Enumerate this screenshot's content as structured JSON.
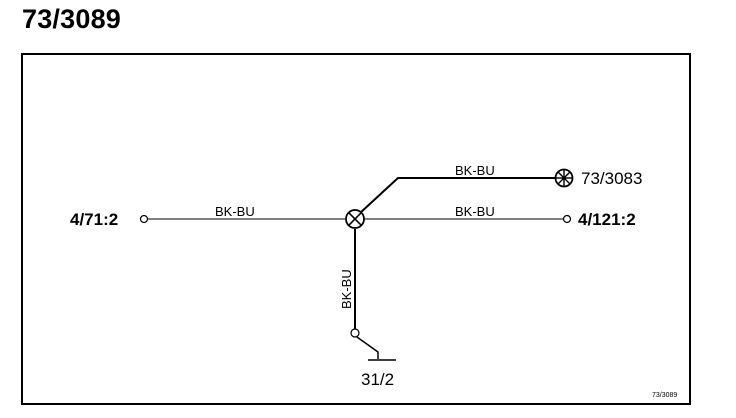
{
  "title": "73/3089",
  "diagram": {
    "connectors": {
      "left": "4/71:2",
      "right": "4/121:2",
      "upper_right": "73/3083",
      "ground": "31/2"
    },
    "wires": {
      "left_wire": "BK-BU",
      "upper_wire": "BK-BU",
      "right_wire": "BK-BU",
      "vertical_wire": "BK-BU"
    },
    "footer_ref": "73/3089"
  }
}
